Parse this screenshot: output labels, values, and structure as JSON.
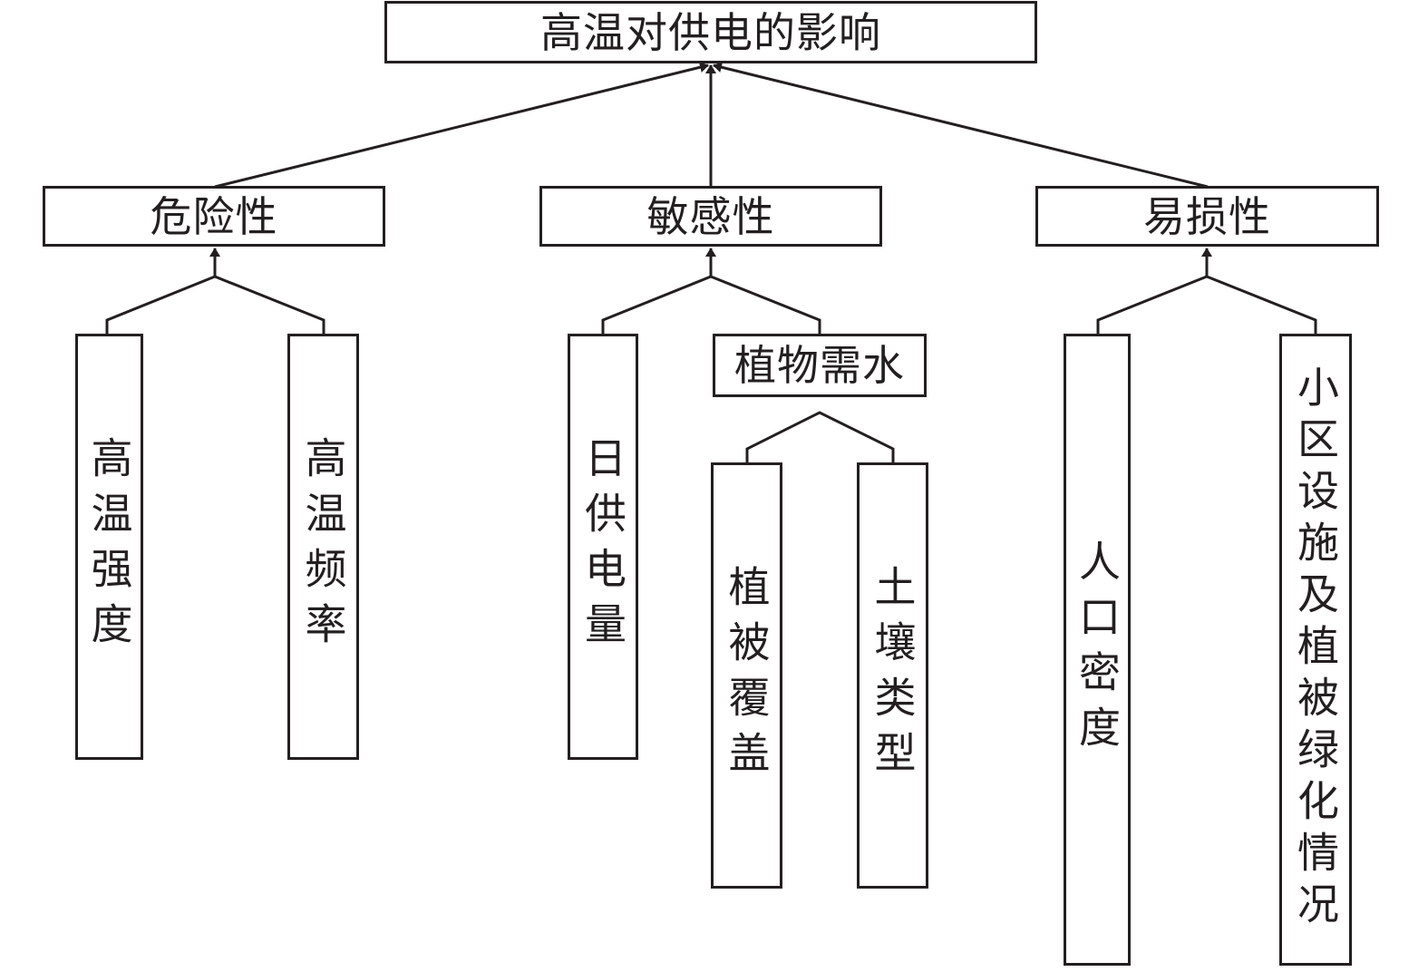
{
  "root": {
    "label": "高温对供电的影响"
  },
  "categories": [
    {
      "label": "危险性",
      "children": [
        "高温强度",
        "高温频率"
      ]
    },
    {
      "label": "敏感性",
      "children": [
        "日供电量"
      ],
      "sub_group": {
        "label": "植物需水",
        "children": [
          "植被覆盖",
          "土壤类型"
        ]
      }
    },
    {
      "label": "易损性",
      "children": [
        "人口密度",
        "小区设施及植被绿化情况"
      ]
    }
  ],
  "colors": {
    "line": "#231f20",
    "background": "#ffffff"
  }
}
